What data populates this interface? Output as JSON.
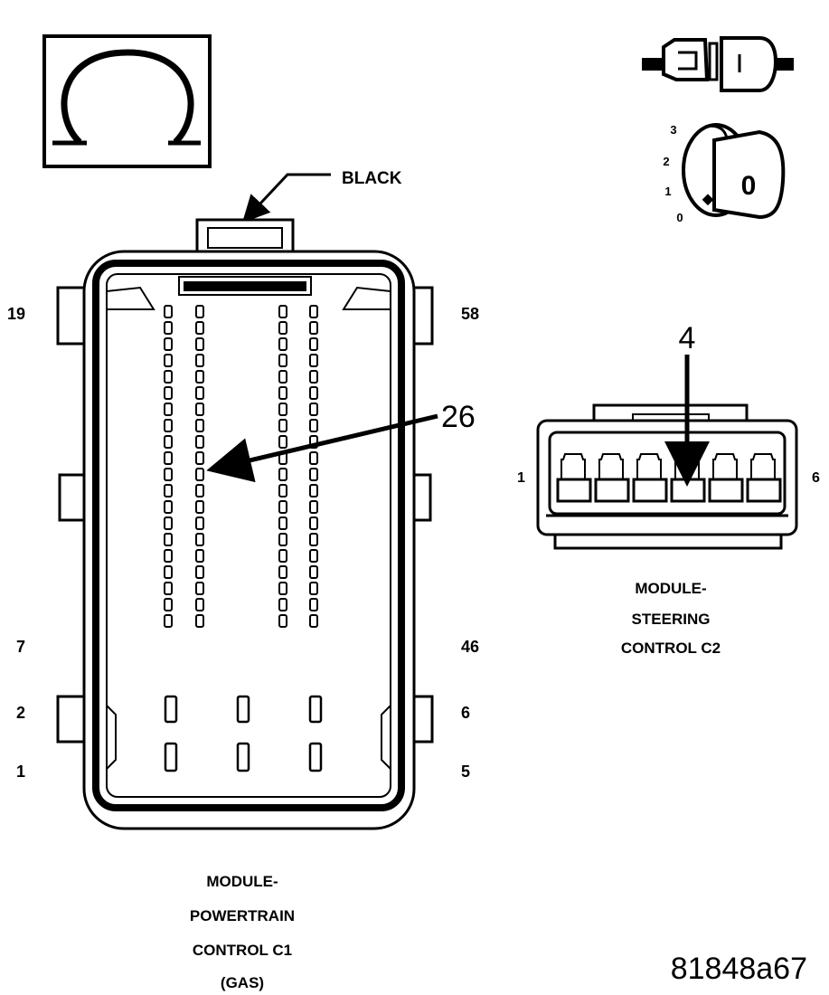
{
  "icons": {
    "ohm": "ohmmeter-icon",
    "disconnect": "connector-disconnect-icon",
    "ignition": "ignition-key-icon"
  },
  "ignition": {
    "positions": [
      "3",
      "2",
      "1",
      "0"
    ],
    "key_label": "0"
  },
  "c1": {
    "wire_color": "BLACK",
    "corner_labels": {
      "top_left": "19",
      "top_right": "58",
      "mid_left": "7",
      "mid_right": "46",
      "lower_left": "2",
      "lower_right": "6",
      "bottom_left": "1",
      "bottom_right": "5"
    },
    "callout_pin": "26",
    "caption": [
      "MODULE-",
      "POWERTRAIN",
      "CONTROL C1",
      "(GAS)"
    ]
  },
  "c2": {
    "left_pin": "1",
    "right_pin": "6",
    "callout_pin": "4",
    "caption": [
      "MODULE-",
      "STEERING",
      "CONTROL C2"
    ]
  },
  "figure_id": "81848a67"
}
